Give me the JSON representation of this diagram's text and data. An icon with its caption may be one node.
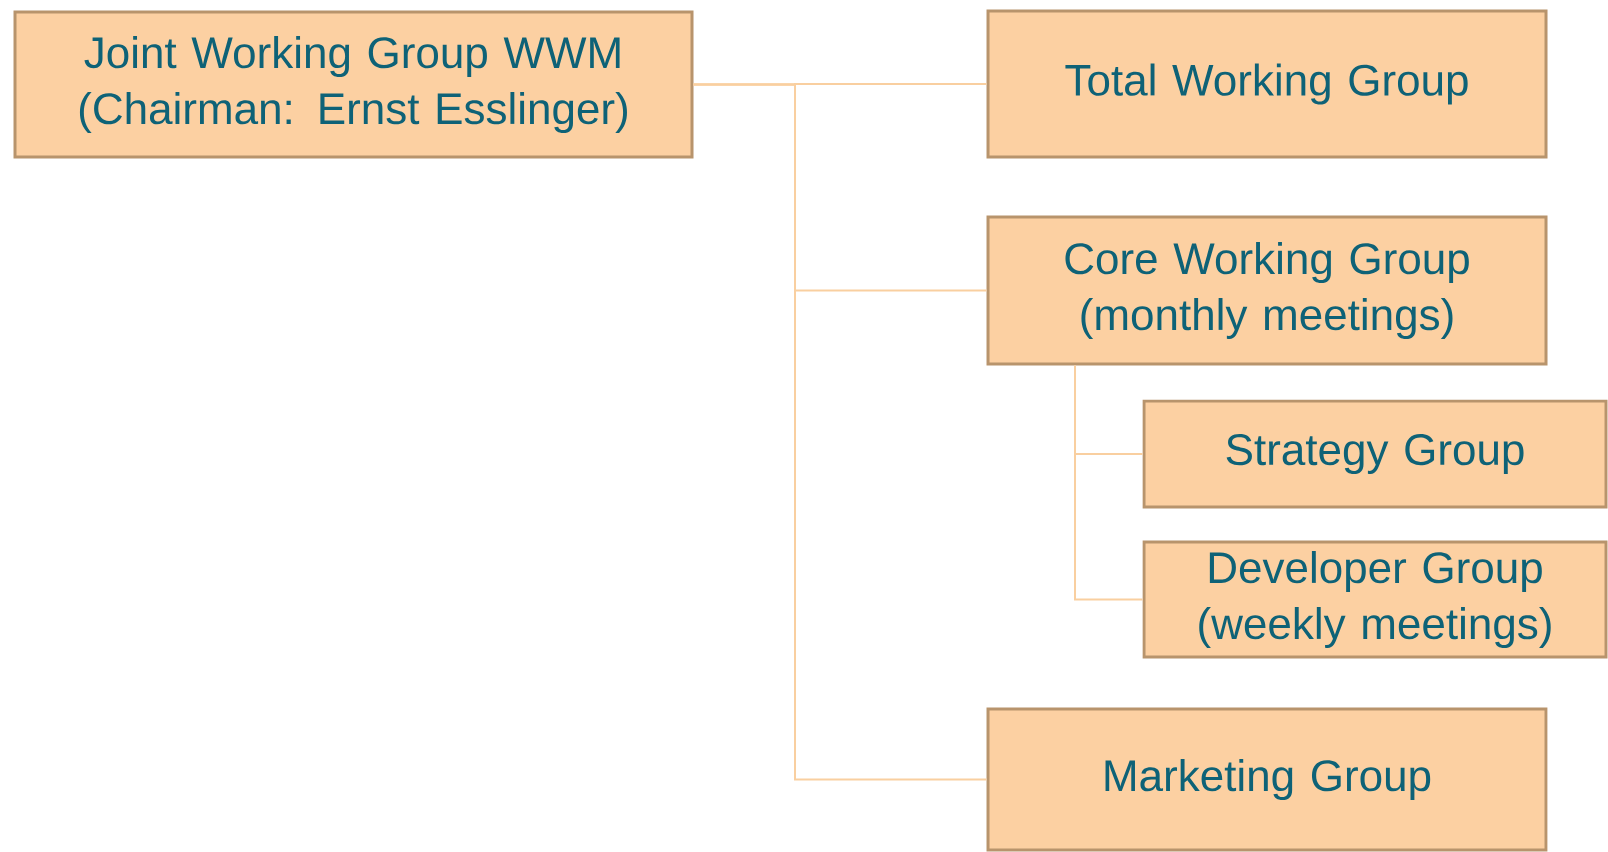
{
  "diagram": {
    "nodes": [
      {
        "text": [
          "Joint Working Group WWM (Chairman: Ernst Esslinger)"
        ]
      },
      {
        "text": [
          "Total Working Group"
        ]
      },
      {
        "text": [
          "Core Working Group (monthly meetings)"
        ]
      },
      {
        "text": [
          "Strategy Group"
        ]
      },
      {
        "text": [
          "Developer Group (weekly meetings)"
        ]
      },
      {
        "text": [
          "Marketing Group"
        ]
      }
    ],
    "edges": [
      {
        "from": 0,
        "to": 1,
        "arrow": "none"
      },
      {
        "from": 0,
        "to": 2,
        "arrow": "none"
      },
      {
        "from": 0,
        "to": 5,
        "arrow": "none"
      },
      {
        "from": 2,
        "to": 3,
        "arrow": "none"
      },
      {
        "from": 2,
        "to": 4,
        "arrow": "none"
      }
    ]
  }
}
